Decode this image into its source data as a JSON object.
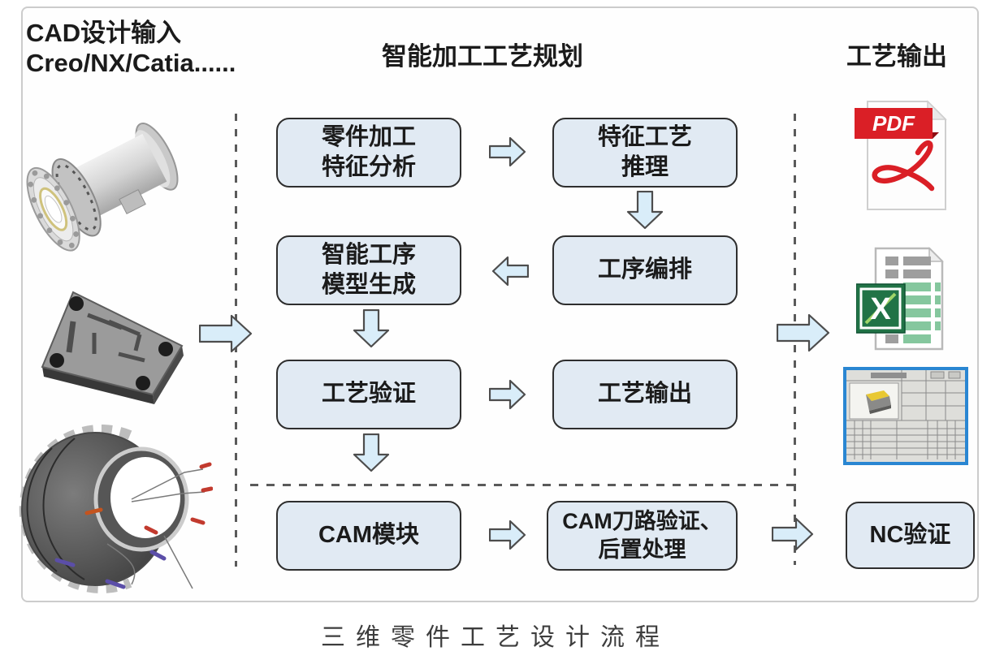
{
  "titles": {
    "cad_input_line1": "CAD设计输入",
    "cad_input_line2": "Creo/NX/Catia......",
    "center": "智能加工工艺规划",
    "right": "工艺输出"
  },
  "flow_boxes": {
    "feature_analysis": "零件加工\n特征分析",
    "feature_process_reasoning": "特征工艺\n推理",
    "process_model_generation": "智能工序\n模型生成",
    "operation_sequencing": "工序编排",
    "process_verification": "工艺验证",
    "process_output": "工艺输出",
    "cam_module": "CAM模块",
    "cam_toolpath_post": "CAM刀路验证、\n后置处理",
    "nc_verification": "NC验证"
  },
  "outputs": {
    "pdf_badge": "PDF",
    "excel_logo_letter": "X"
  },
  "caption": "三维零件工艺设计流程",
  "icons": {
    "pdf": "pdf-document-icon",
    "excel": "excel-spreadsheet-icon",
    "process_card": "process-card-sheet-icon",
    "cad_models": [
      "flanged-shaft-model",
      "plate-block-model",
      "engine-casing-model"
    ],
    "flow_arrow": "block-arrow-icon"
  },
  "colors": {
    "text_color": "#1b1b1b",
    "box_fill": "#e1eaf3",
    "box_border": "#2e2e2e",
    "arrow_fill": "#d9edf9",
    "arrow_stroke": "#4d4d4d",
    "dash_color": "#5a5a5a",
    "pdf_red": "#da1f26",
    "excel_green": "#217346",
    "excel_cell_green": "#85c79e",
    "excel_cell_gray": "#9e9e9e",
    "card_border": "#2a86d2"
  }
}
